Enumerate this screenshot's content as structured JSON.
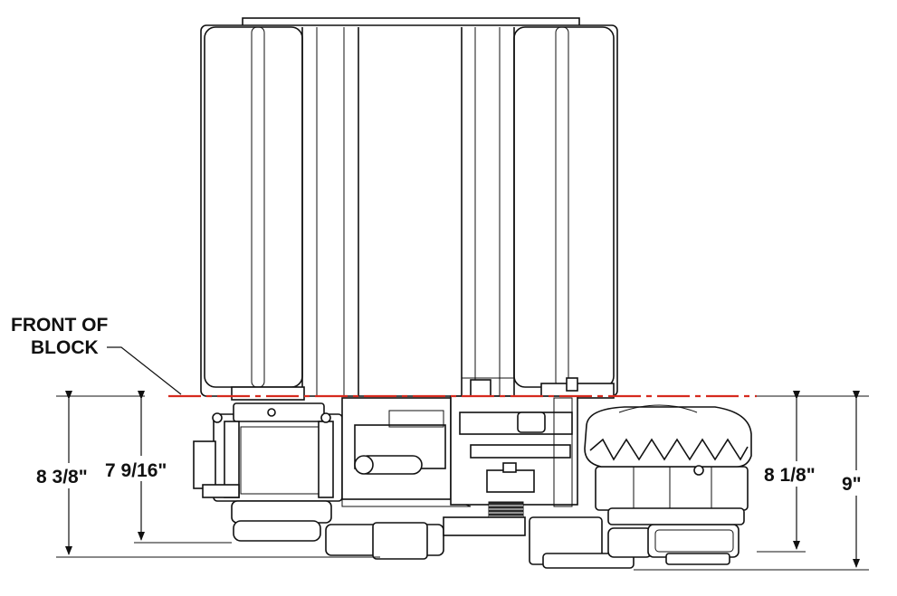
{
  "labels": {
    "front_of_block_line1": "FRONT OF",
    "front_of_block_line2": "BLOCK",
    "dim_8_3_8": "8 3/8\"",
    "dim_7_9_16": "7 9/16\"",
    "dim_8_1_8": "8 1/8\"",
    "dim_9": "9\""
  },
  "colors": {
    "reference_line": "#d62a1e",
    "linework": "#111111"
  }
}
